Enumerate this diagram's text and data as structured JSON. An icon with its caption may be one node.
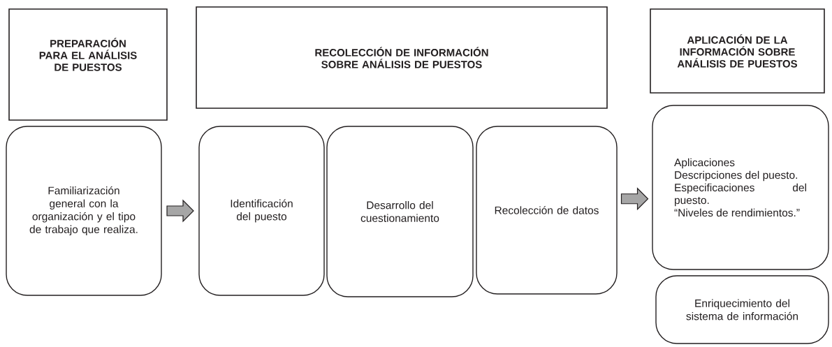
{
  "diagram": {
    "nodes": [
      {
        "text": [
          "PREPARACIÓN PARA EL ANÁLISIS DE PUESTOS"
        ]
      },
      {
        "text": [
          "RECOLECCIÓN DE INFORMACIÓN SOBRE ANÁLISIS DE PUESTOS"
        ]
      },
      {
        "text": [
          "APLICACIÓN DE LA INFORMACIÓN SOBRE ANÁLISIS DE PUESTOS"
        ]
      },
      {
        "text": [
          "Familiarización general con la organización y el tipo de trabajo que realiza."
        ]
      },
      {
        "text": [
          "Identificación del puesto"
        ]
      },
      {
        "text": [
          "Desarrollo del cuestionamiento"
        ]
      },
      {
        "text": [
          "Recolección de datos"
        ]
      },
      {
        "text": [
          "Aplicaciones",
          "Descripciones del puesto.",
          "Especificaciones del puesto.",
          "“Niveles de rendimientos.”"
        ]
      },
      {
        "text": [
          "Enriquecimiento del sistema de información"
        ]
      }
    ],
    "edges": [
      {
        "from": 3,
        "to": 4,
        "arrow": "to"
      },
      {
        "from": 6,
        "to": 7,
        "arrow": "to"
      }
    ]
  }
}
